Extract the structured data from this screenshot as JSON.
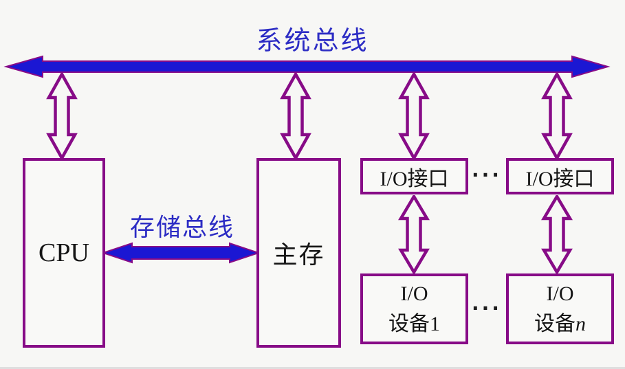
{
  "diagram": {
    "title": "系统总线",
    "memory_bus_label": "存储总线",
    "cpu": {
      "label": "CPU"
    },
    "main_memory": {
      "label": "主存"
    },
    "io_interface_1": {
      "label": "I/O接口"
    },
    "io_interface_2": {
      "label": "I/O接口"
    },
    "io_device_1": {
      "line1": "I/O",
      "line2": "设备",
      "suffix": "1"
    },
    "io_device_n": {
      "line1": "I/O",
      "line2": "设备",
      "suffix": "n"
    },
    "ellipsis_top": "···",
    "ellipsis_bottom": "···",
    "colors": {
      "bus_blue": "#1b17d3",
      "outline_purple": "#870b87",
      "label_blue": "#2c2cc4",
      "text_black": "#151515",
      "background": "#f7f7f5"
    }
  }
}
